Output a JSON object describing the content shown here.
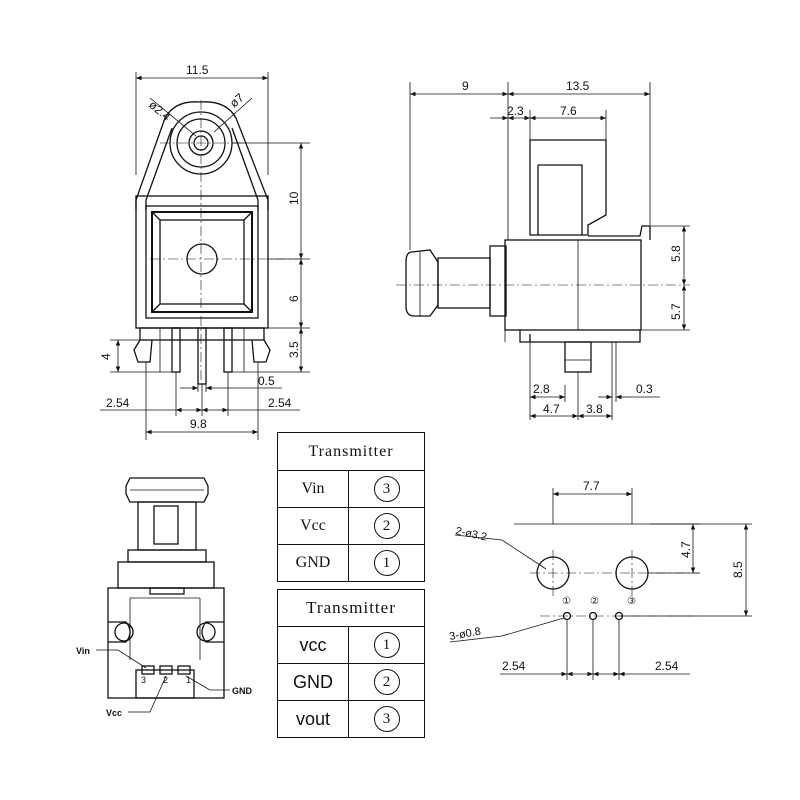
{
  "front_view": {
    "dims": {
      "width_total": "11.5",
      "hole_small": "ø2.4",
      "hole_large": "ø7",
      "height_top": "10",
      "height_mid": "6",
      "pin_height_left": "4",
      "pin_height_right": "3.5",
      "pin_width": "0.5",
      "pitch_left": "2.54",
      "pitch_right": "2.54",
      "pins_span": "9.8"
    }
  },
  "side_view": {
    "dims": {
      "offset": "9",
      "length": "13.5",
      "small_a": "2.3",
      "body_depth": "7.6",
      "upper_height": "5.8",
      "lower_height": "5.7",
      "pin_offset": "2.8",
      "pin_thickness": "0.3",
      "bottom_a": "4.7",
      "bottom_b": "3.8"
    }
  },
  "table_upper": {
    "header": "Transmitter",
    "rows": [
      {
        "label": "Vin",
        "num": "3"
      },
      {
        "label": "Vcc",
        "num": "2"
      },
      {
        "label": "GND",
        "num": "1"
      }
    ]
  },
  "table_lower": {
    "header": "Transmitter",
    "rows": [
      {
        "label": "vcc",
        "num": "1"
      },
      {
        "label": "GND",
        "num": "2"
      },
      {
        "label": "vout",
        "num": "3"
      }
    ]
  },
  "bottom_view": {
    "labels": {
      "vin": "Vin",
      "vcc": "Vcc",
      "gnd": "GND",
      "p3": "3",
      "p2": "2",
      "p1": "1"
    }
  },
  "footprint": {
    "dims": {
      "hole_pitch": "7.7",
      "large_holes": "2-ø3.2",
      "small_holes": "3-ø0.8",
      "height_a": "4.7",
      "height_b": "8.5",
      "pitch_left": "2.54",
      "pitch_right": "2.54"
    },
    "pin_marks": [
      "①",
      "②",
      "③"
    ]
  }
}
